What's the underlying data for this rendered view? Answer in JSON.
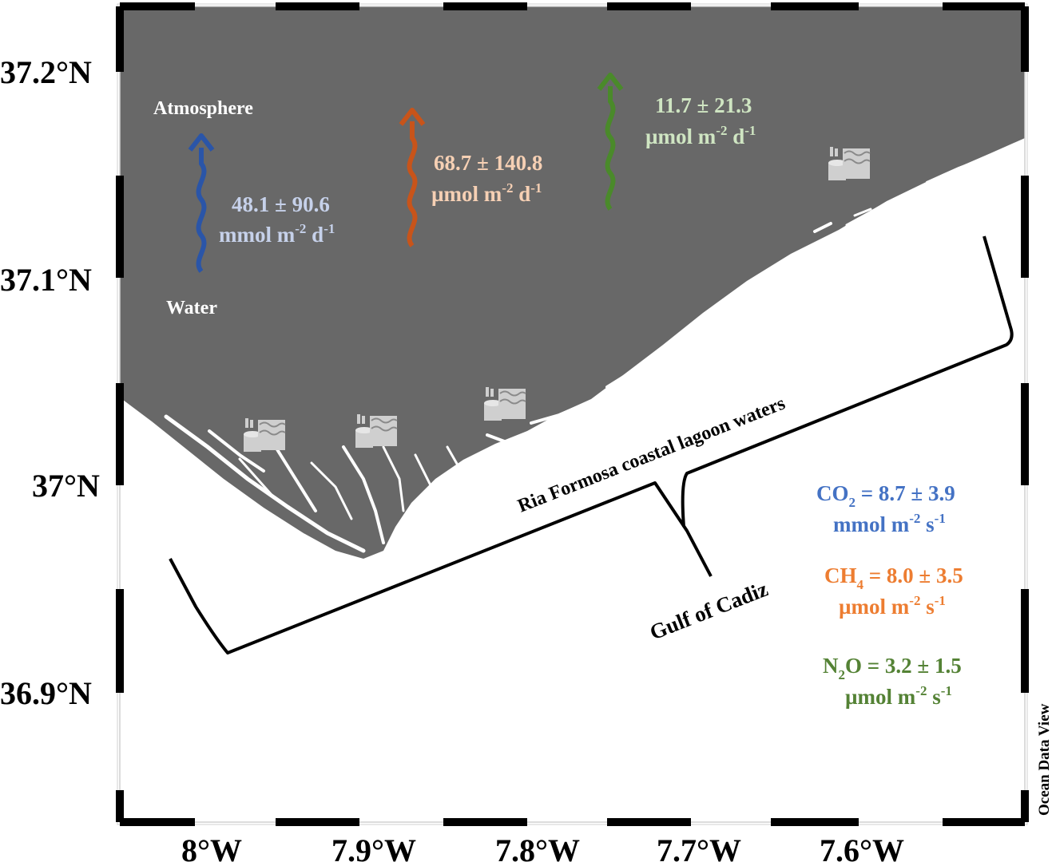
{
  "map": {
    "lat_labels": [
      "37.2°N",
      "37.1°N",
      "37°N",
      "36.9°N"
    ],
    "lon_labels": [
      "8°W",
      "7.9°W",
      "7.8°W",
      "7.7°W",
      "7.6°W"
    ],
    "credit": "Ocean Data View",
    "colors": {
      "land": "#686868",
      "water": "#ffffff",
      "frame": "#000000"
    }
  },
  "labels": {
    "atmosphere": "Atmosphere",
    "water": "Water",
    "lagoon": "Ria Formosa coastal lagoon waters",
    "gulf": "Gulf of Cadiz"
  },
  "fluxes": [
    {
      "gas": "CO2",
      "value": "48.1 ± 90.6",
      "unit_pre": "mmol m",
      "exp1": "-2",
      "unit_mid": " d",
      "exp2": "-1",
      "color": "#2a55a8",
      "text_color": "#c6d1ea"
    },
    {
      "gas": "CH4",
      "value": "68.7 ± 140.8",
      "unit_pre": "µmol m",
      "exp1": "-2",
      "unit_mid": " d",
      "exp2": "-1",
      "color": "#c8541a",
      "text_color": "#f6d0b4"
    },
    {
      "gas": "N2O",
      "value": "11.7 ± 21.3",
      "unit_pre": "µmol m",
      "exp1": "-2",
      "unit_mid": " d",
      "exp2": "-1",
      "color": "#4a8a2a",
      "text_color": "#cfe5c2"
    }
  ],
  "emissions": [
    {
      "base": "CO",
      "sub": "2",
      "value": " = 8.7 ± 3.9",
      "unit_pre": "mmol m",
      "exp1": "-2",
      "unit_mid": " s",
      "exp2": "-1",
      "color": "#4472c4"
    },
    {
      "base": "CH",
      "sub": "4",
      "value": " = 8.0 ± 3.5",
      "unit_pre": "µmol m",
      "exp1": "-2",
      "unit_mid": " s",
      "exp2": "-1",
      "color": "#ed7d31"
    },
    {
      "base": "N",
      "sub": "2",
      "value": "O = 3.2 ± 1.5",
      "unit_pre": "µmol m",
      "exp1": "-2",
      "unit_mid": " s",
      "exp2": "-1",
      "color": "#548235"
    }
  ],
  "icons": [
    "aquaculture-tank-icon",
    "aquaculture-tank-icon",
    "aquaculture-tank-icon",
    "aquaculture-tank-icon"
  ]
}
